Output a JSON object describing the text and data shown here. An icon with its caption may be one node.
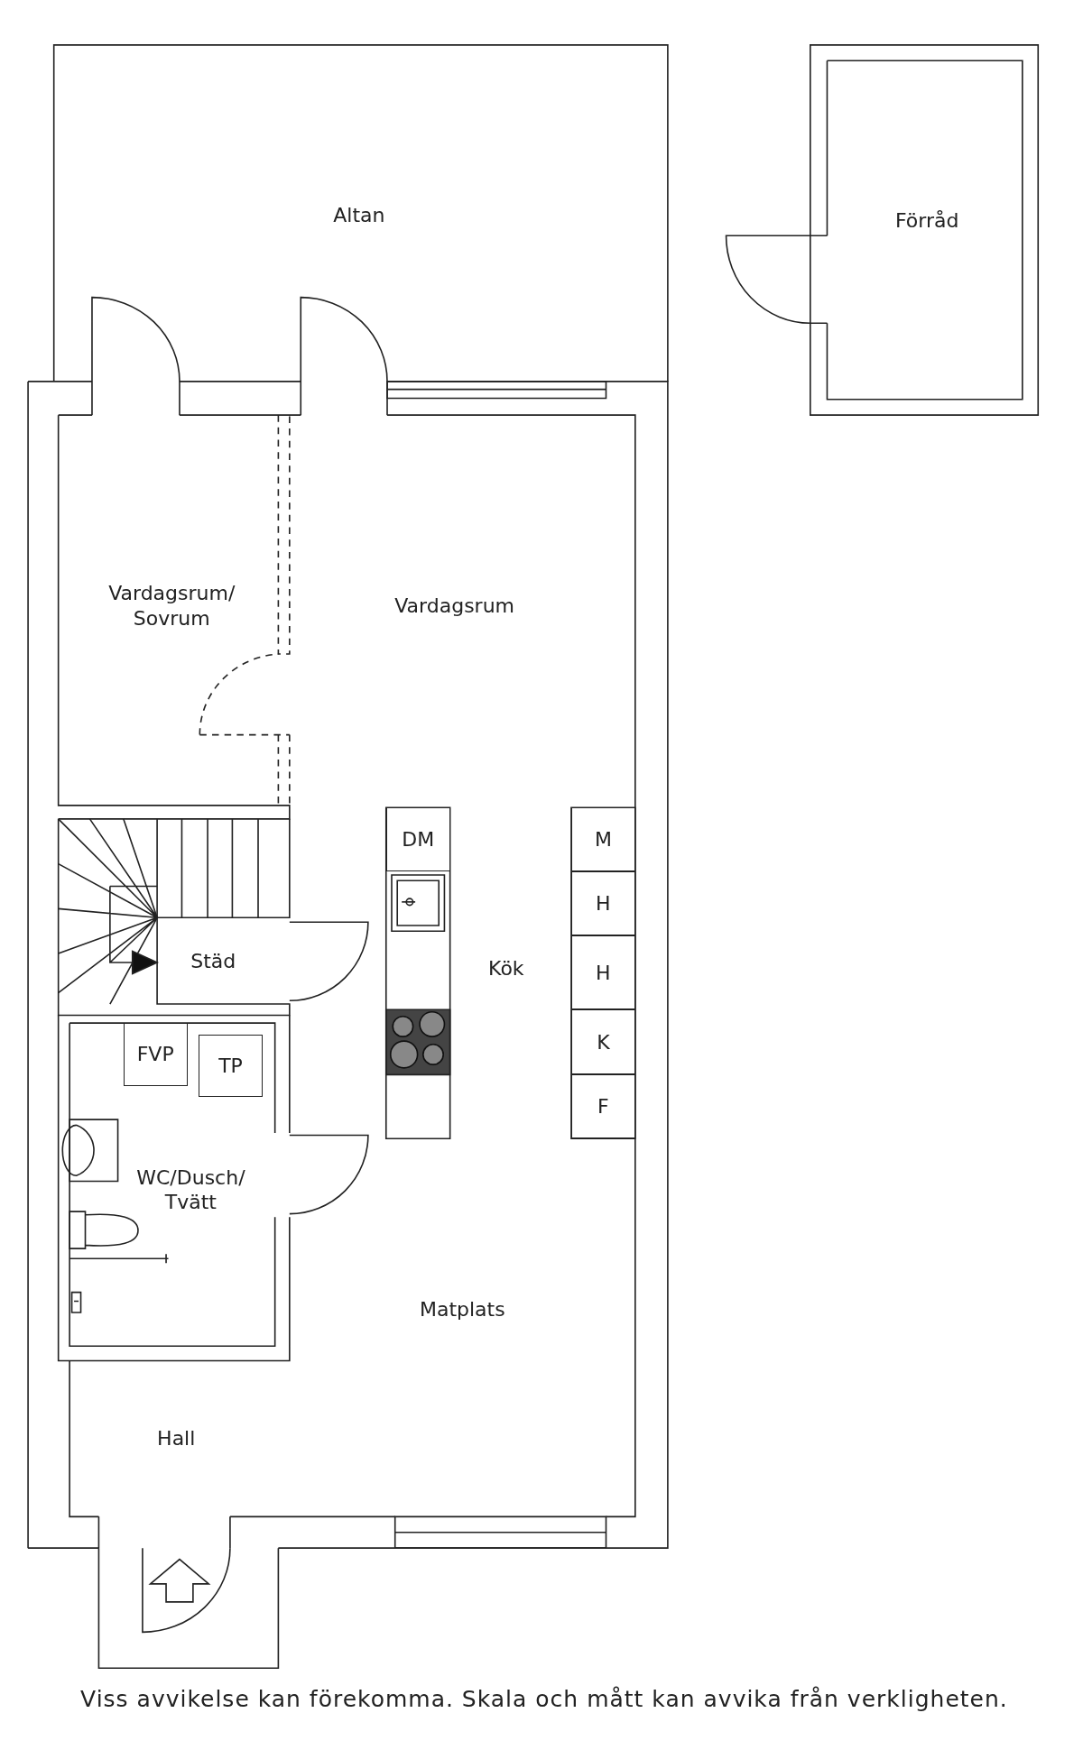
{
  "diagram": {
    "caption": "Viss avvikelse kan förekomma. Skala och mått kan avvika från verkligheten.",
    "nodes": [
      {
        "text": [
          "Altan"
        ]
      },
      {
        "text": [
          "Förråd"
        ]
      },
      {
        "text": [
          "Vardagsrum/ Sovrum"
        ]
      },
      {
        "text": [
          "Vardagsrum"
        ]
      },
      {
        "text": [
          "DM"
        ]
      },
      {
        "text": [
          "M"
        ]
      },
      {
        "text": [
          "H"
        ]
      },
      {
        "text": [
          "Städ"
        ]
      },
      {
        "text": [
          "Kök"
        ]
      },
      {
        "text": [
          "H"
        ]
      },
      {
        "text": [
          "K"
        ]
      },
      {
        "text": [
          "FVP"
        ]
      },
      {
        "text": [
          "TP"
        ]
      },
      {
        "text": [
          "F"
        ]
      },
      {
        "text": [
          "WC/Dusch/ Tvätt"
        ]
      },
      {
        "text": [
          "Matplats"
        ]
      },
      {
        "text": [
          "Hall"
        ]
      }
    ]
  }
}
